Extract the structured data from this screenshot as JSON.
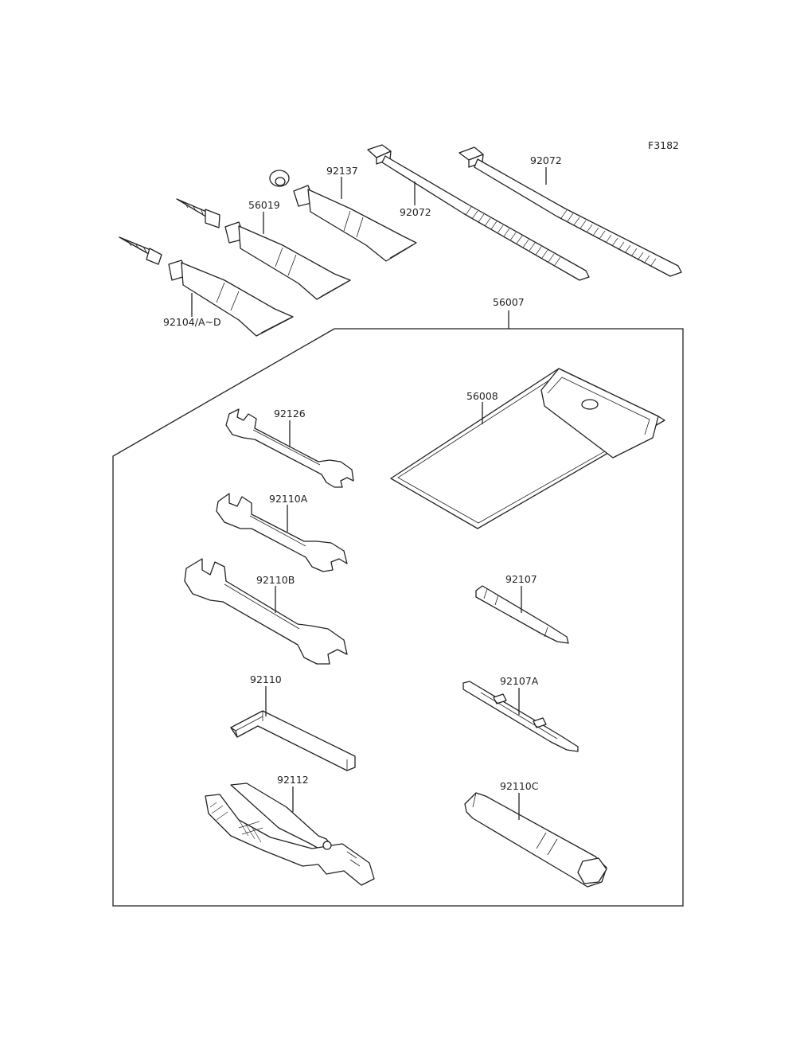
{
  "figure_code": "F3182",
  "callouts": {
    "p92104": "92104/A~D",
    "p56019": "56019",
    "p92137": "92137",
    "p92072_left": "92072",
    "p92072_right": "92072",
    "p56007": "56007",
    "p56008": "56008",
    "p92126": "92126",
    "p92110A": "92110A",
    "p92110B": "92110B",
    "p92110": "92110",
    "p92112": "92112",
    "p92107": "92107",
    "p92107A": "92107A",
    "p92110C": "92110C"
  }
}
